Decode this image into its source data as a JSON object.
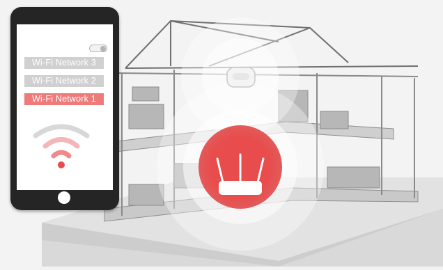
{
  "phone": {
    "networks": [
      {
        "label": "Wi-Fi Network 3",
        "selected": false
      },
      {
        "label": "Wi-Fi Network 2",
        "selected": false
      },
      {
        "label": "Wi-Fi Network 1",
        "selected": true
      }
    ],
    "toggle_on": true
  },
  "colors": {
    "accent": "#e84c4c",
    "accent_light": "#ef7a7a",
    "house_line": "#7a7a7a",
    "background": "#f3f3f3"
  },
  "icons": [
    "wifi-icon",
    "router-icon",
    "extender-icon",
    "toggle-switch",
    "home-button"
  ]
}
